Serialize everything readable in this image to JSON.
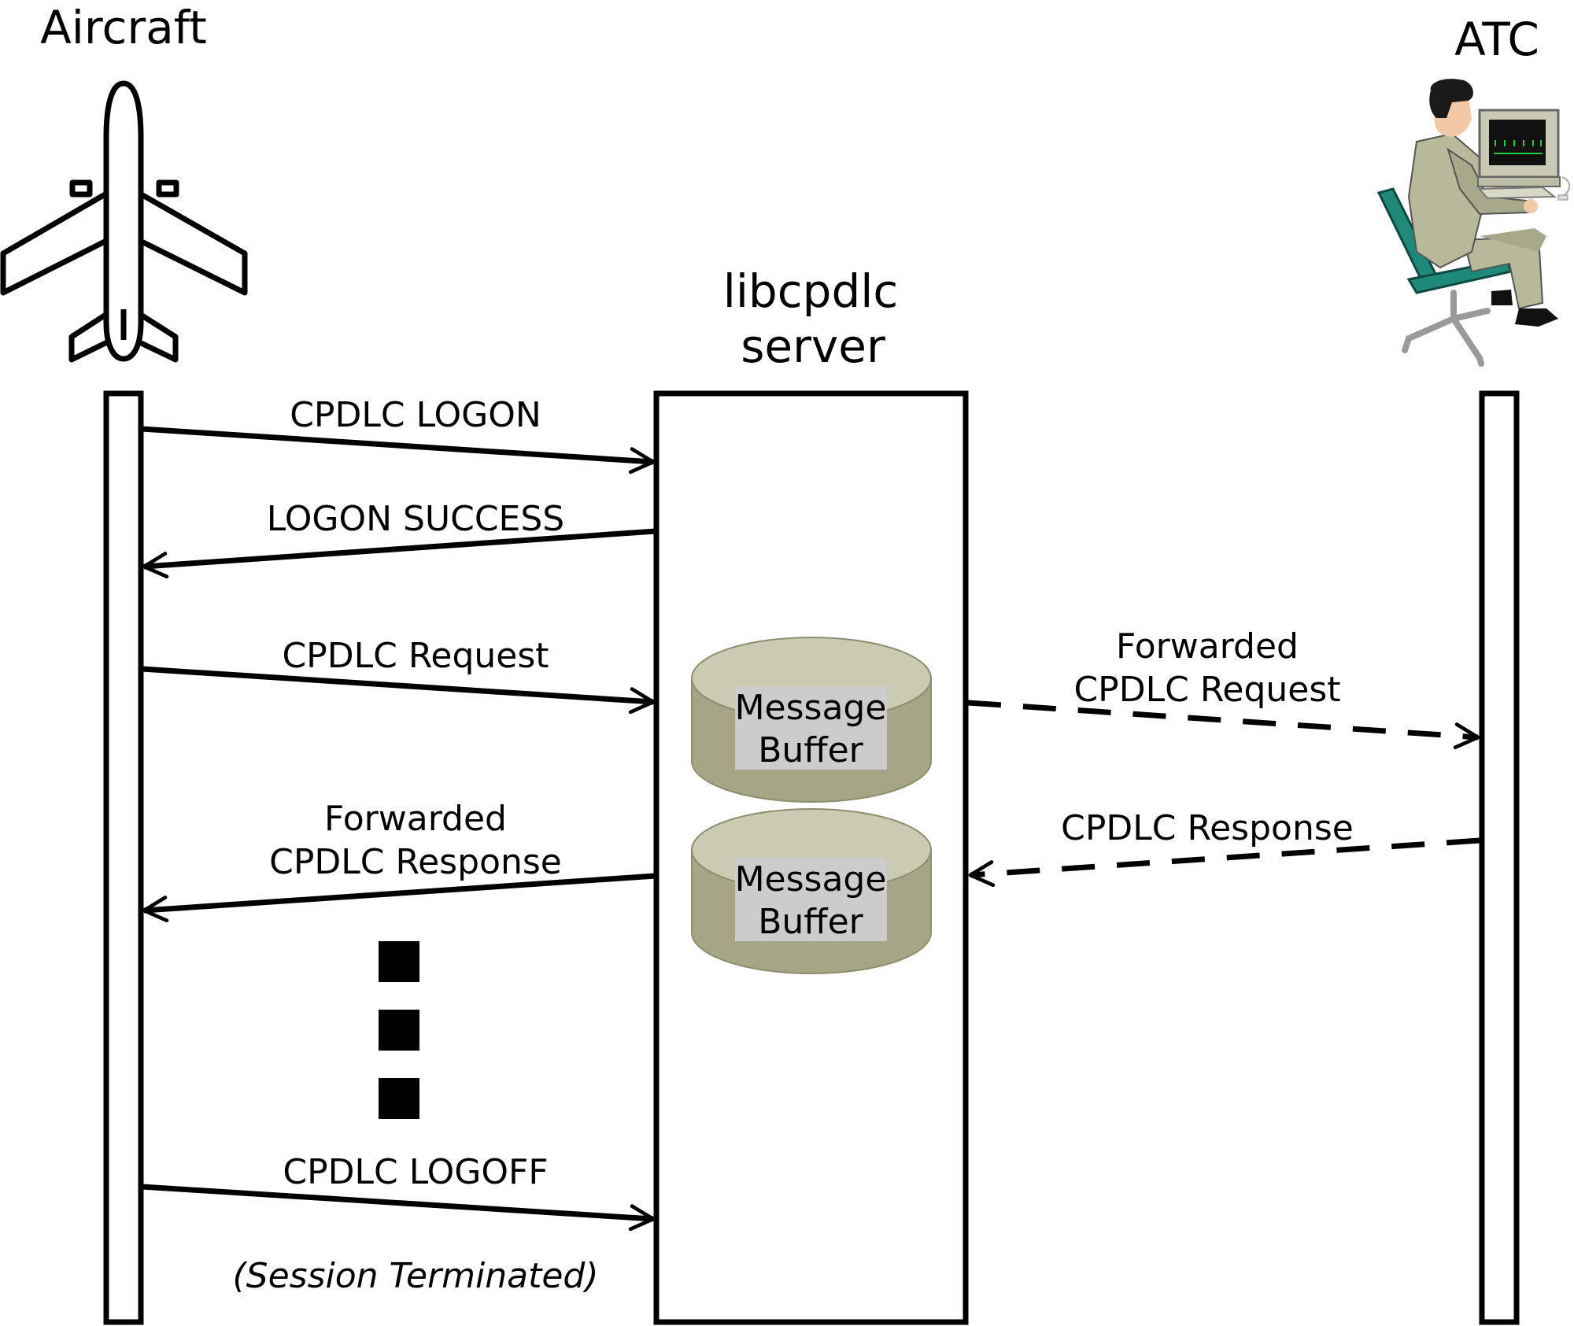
{
  "actors": {
    "aircraft": {
      "label": "Aircraft",
      "icon": "airplane-icon"
    },
    "server": {
      "label_line1": "libcpdlc",
      "label_line2": "server"
    },
    "atc": {
      "label": "ATC",
      "icon": "atc-operator-icon"
    }
  },
  "buffers": [
    {
      "line1": "Message",
      "line2": "Buffer"
    },
    {
      "line1": "Message",
      "line2": "Buffer"
    }
  ],
  "messages": {
    "logon": "CPDLC LOGON",
    "logon_success": "LOGON SUCCESS",
    "request": "CPDLC Request",
    "fwd_request_line1": "Forwarded",
    "fwd_request_line2": "CPDLC Request",
    "response": "CPDLC Response",
    "fwd_response_line1": "Forwarded",
    "fwd_response_line2": "CPDLC Response",
    "logoff": "CPDLC LOGOFF",
    "session_terminated": "(Session Terminated)"
  },
  "colors": {
    "cylinder_top": "#cbcbb4",
    "cylinder_body": "#a6a686",
    "cylinder_label_bg": "#cccccc",
    "operator_suit": "#b8b89a",
    "chair": "#1f8a7a"
  }
}
